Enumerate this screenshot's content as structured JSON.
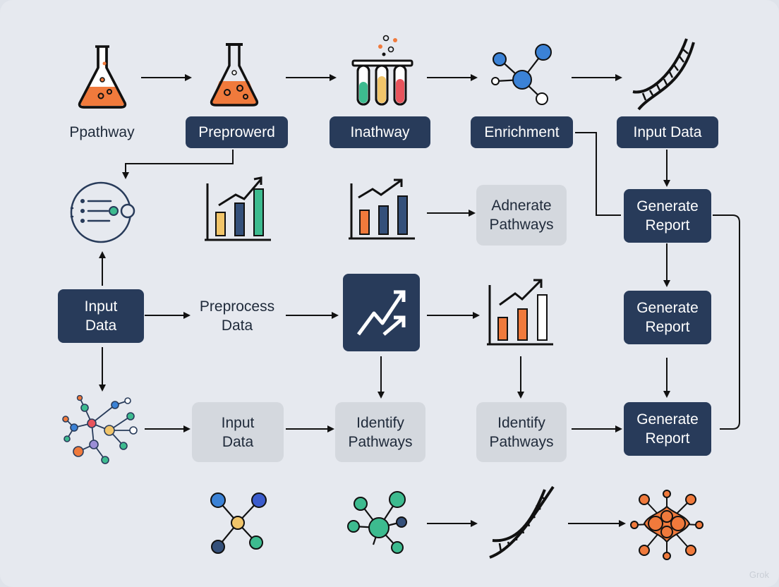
{
  "diagram": {
    "nodes": {
      "pathway_label": "Ppathway",
      "preprowerd": "Preprowerd",
      "inathway": "Inathway",
      "enrichment": "Enrichment",
      "input_data_top": "Input Data",
      "adnerate_pathways": "Adnerate\nPathways",
      "generate_report_1": "Generate\nReport",
      "input_data_left": "Input\nData",
      "preprocess_data": "Preprocess\nData",
      "generate_report_2": "Generate\nReport",
      "input_data_bottom": "Input\nData",
      "identify_pathways_1": "Identify\nPathways",
      "identify_pathways_2": "Identify\nPathways",
      "generate_report_3": "Generate\nReport"
    },
    "watermark": "Grok"
  },
  "colors": {
    "dark_box": "#283b5a",
    "light_box": "#d4d8de",
    "orange": "#f07a3c",
    "green": "#3dbb8f",
    "blue": "#3b82d6",
    "yellow": "#f1c56a",
    "line": "#111111"
  },
  "icons": [
    "flask-icon",
    "flask-icon",
    "test-tubes-icon",
    "molecule-icon",
    "dna-icon",
    "list-circle-icon",
    "bar-chart-icon",
    "bar-chart-icon",
    "trend-arrows-icon",
    "bar-chart-icon",
    "network-icon",
    "molecule-icon",
    "molecule-icon",
    "dna-icon",
    "hub-network-icon"
  ]
}
